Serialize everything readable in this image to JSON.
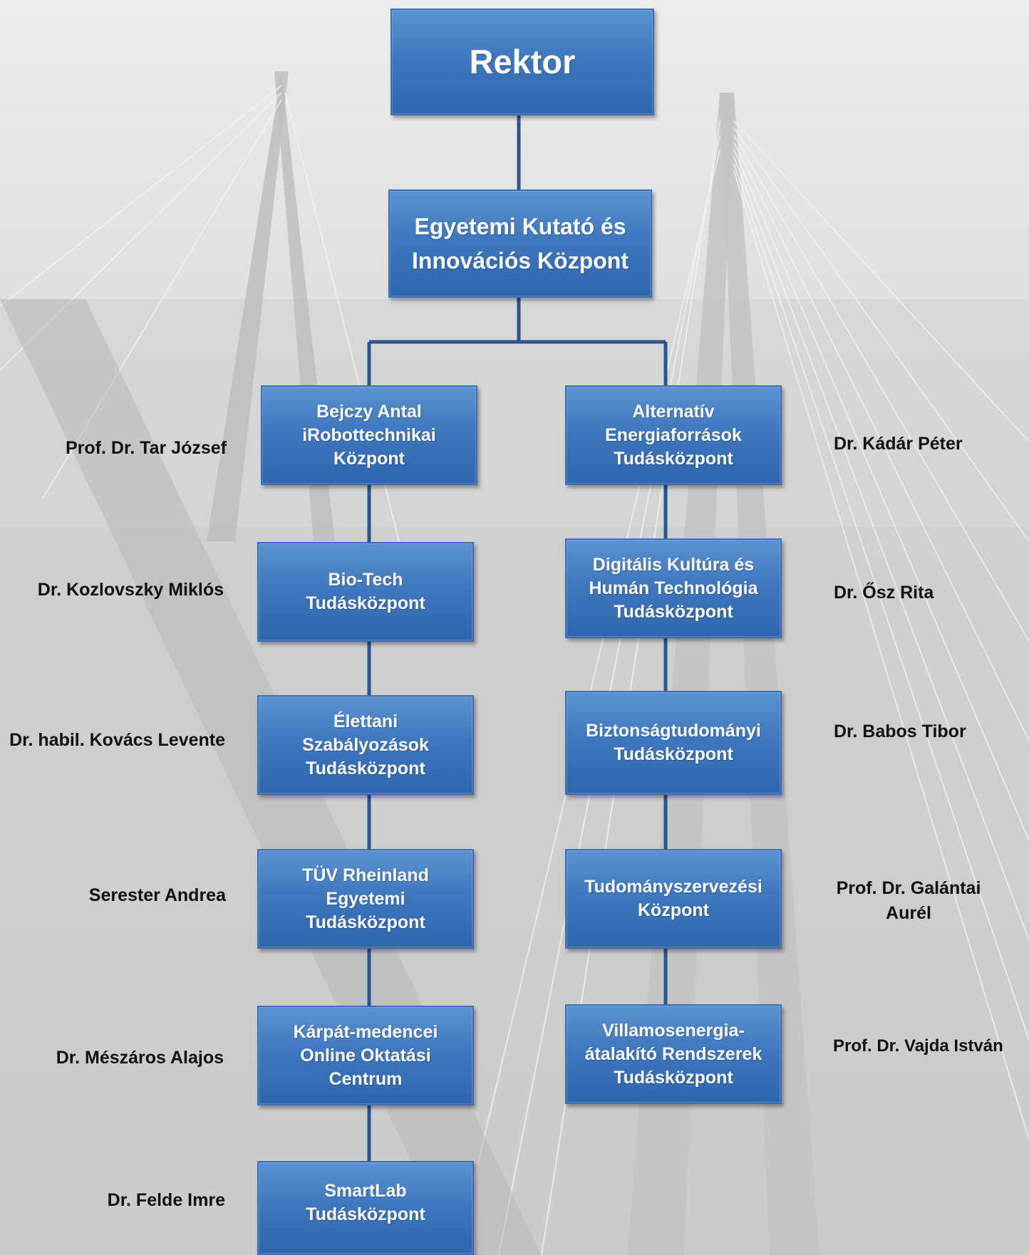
{
  "top": {
    "rektor": "Rektor",
    "center": [
      "Egyetemi Kutató és",
      "Innovációs Központ"
    ]
  },
  "left_column": [
    {
      "lines": [
        "Bejczy Antal",
        "iRobottechnikai",
        "Központ"
      ],
      "person": "Prof. Dr. Tar József"
    },
    {
      "lines": [
        "Bio-Tech",
        "Tudásközpont"
      ],
      "person": "Dr. Kozlovszky Miklós"
    },
    {
      "lines": [
        "Élettani",
        "Szabályozások",
        "Tudásközpont"
      ],
      "person": "Dr. habil. Kovács Levente"
    },
    {
      "lines": [
        "TÜV Rheinland",
        "Egyetemi",
        "Tudásközpont"
      ],
      "person": "Serester Andrea"
    },
    {
      "lines": [
        "Kárpát-medencei",
        "Online Oktatási",
        "Centrum"
      ],
      "person": "Dr. Mészáros Alajos"
    },
    {
      "lines": [
        "SmartLab",
        "Tudásközpont"
      ],
      "person": "Dr. Felde Imre"
    }
  ],
  "right_column": [
    {
      "lines": [
        "Alternatív",
        "Energiaforrások",
        "Tudásközpont"
      ],
      "person": "Dr. Kádár Péter"
    },
    {
      "lines": [
        "Digitális Kultúra és",
        "Humán Technológia",
        "Tudásközpont"
      ],
      "person": "Dr. Ősz Rita"
    },
    {
      "lines": [
        "Biztonságtudományi",
        "Tudásközpont"
      ],
      "person": "Dr. Babos Tibor"
    },
    {
      "lines": [
        "Tudományszervezési",
        "Központ"
      ],
      "person": "Prof. Dr. Galántai Aurél"
    },
    {
      "lines": [
        "Villamosenergia-",
        "átalakító Rendszerek",
        "Tudásközpont"
      ],
      "person": "Prof. Dr. Vajda István"
    }
  ],
  "colors": {
    "box_top": "#5b93d1",
    "box_bottom": "#2f65ad",
    "connector": "#2b5590",
    "text_light": "#ffffff",
    "text_dark": "#111111"
  }
}
